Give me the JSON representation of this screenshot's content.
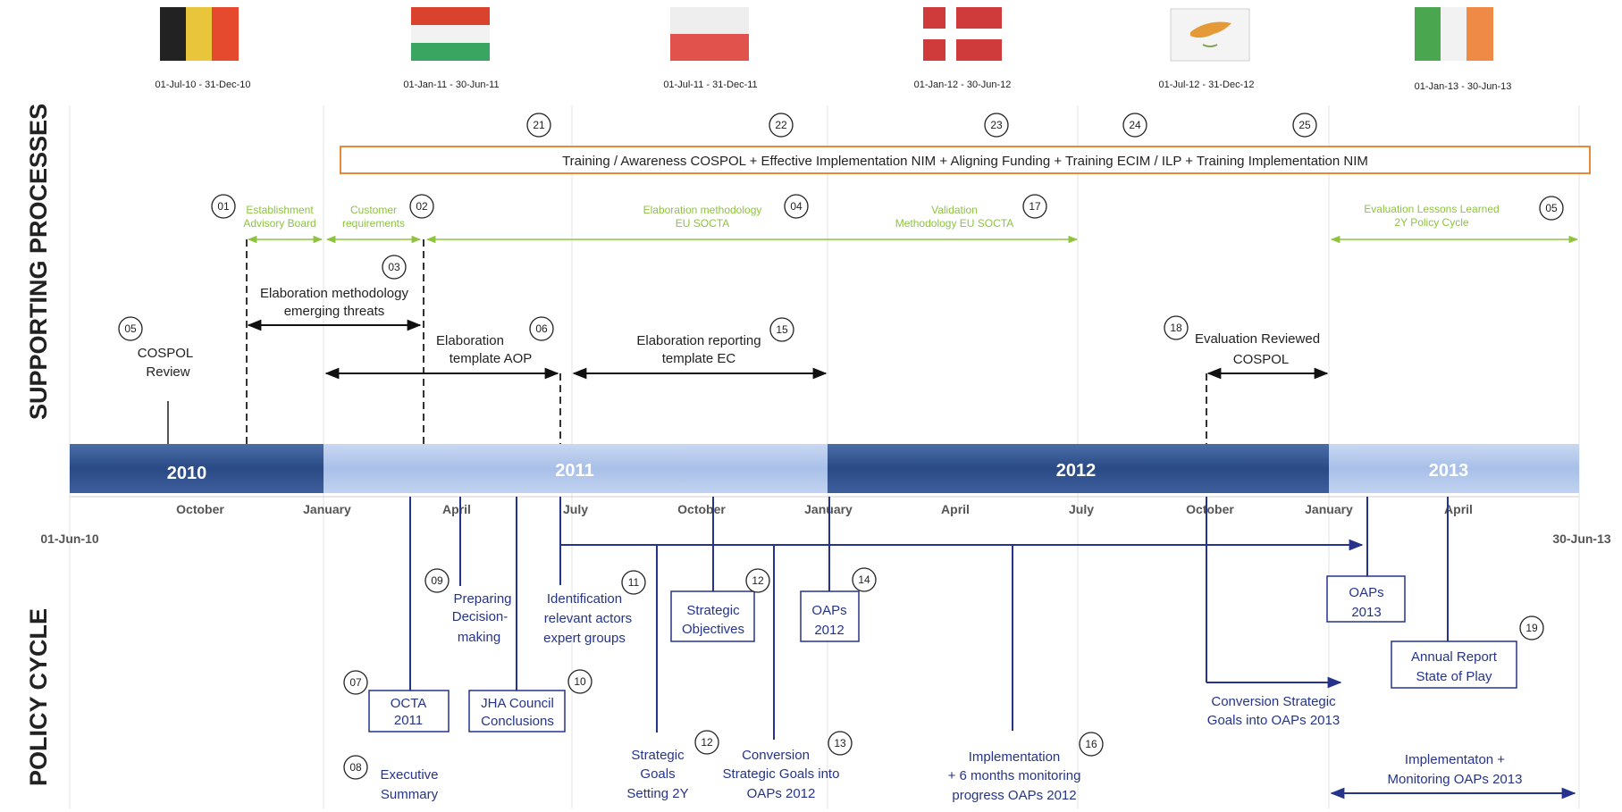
{
  "colors": {
    "blue": "#25348a",
    "green": "#8dc33f",
    "orange": "#e8883a",
    "dark_band": "#2f4f8a",
    "light_band": "#b5c8ea"
  },
  "side_labels": {
    "top": "SUPPORTING PROCESSES",
    "bottom": "POLICY CYCLE"
  },
  "presidencies": [
    {
      "flag": "belgium-flag",
      "dates": "01-Jul-10 - 31-Dec-10"
    },
    {
      "flag": "hungary-flag",
      "dates": "01-Jan-11 - 30-Jun-11"
    },
    {
      "flag": "poland-flag",
      "dates": "01-Jul-11 - 31-Dec-11"
    },
    {
      "flag": "denmark-flag",
      "dates": "01-Jan-12 - 30-Jun-12"
    },
    {
      "flag": "cyprus-flag",
      "dates": "01-Jul-12 - 31-Dec-12"
    },
    {
      "flag": "ireland-flag",
      "dates": "01-Jan-13 - 30-Jun-13"
    }
  ],
  "years": [
    "2010",
    "2011",
    "2012",
    "2013"
  ],
  "months": [
    "October",
    "January",
    "April",
    "July",
    "October",
    "January",
    "April",
    "July",
    "October",
    "January",
    "April"
  ],
  "range": {
    "start": "01-Jun-10",
    "end": "30-Jun-13"
  },
  "training_banner": {
    "text": "Training / Awareness COSPOL  +  Effective Implementation NIM  +  Aligning Funding + Training ECIM / ILP  +  Training Implementation NIM",
    "numbers": [
      "21",
      "22",
      "23",
      "24",
      "25"
    ]
  },
  "supporting": {
    "advisory": {
      "num": "01",
      "line1": "Establishment",
      "line2": "Advisory Board"
    },
    "customer": {
      "num": "02",
      "line1": "Customer",
      "line2": "requirements"
    },
    "socta": {
      "num": "04",
      "line1": "Elaboration methodology",
      "line2": "EU  SOCTA"
    },
    "validation": {
      "num": "17",
      "line1": "Validation",
      "line2": "Methodology EU SOCTA"
    },
    "evaluation_lessons": {
      "num": "05",
      "line1": "Evaluation Lessons Learned",
      "line2": "2Y Policy Cycle"
    },
    "emerging": {
      "num": "03",
      "line1": "Elaboration methodology",
      "line2": "emerging threats"
    },
    "cospol_review": {
      "num": "05",
      "line1": "COSPOL",
      "line2": "Review"
    },
    "template_aop": {
      "num": "06",
      "line1": "Elaboration",
      "line2": "template AOP"
    },
    "template_ec": {
      "num": "15",
      "line1": "Elaboration reporting",
      "line2": "template EC"
    },
    "evaluation_cospol": {
      "num": "18",
      "line1": "Evaluation Reviewed",
      "line2": "COSPOL"
    }
  },
  "policy": {
    "octa": {
      "num": "07",
      "line1": "OCTA",
      "line2": "2011"
    },
    "executive": {
      "num": "08",
      "line1": "Executive",
      "line2": "Summary"
    },
    "preparing": {
      "num": "09",
      "line1": "Preparing",
      "line2": "Decision-",
      "line3": "making"
    },
    "jha": {
      "num": "10",
      "line1": "JHA Council",
      "line2": "Conclusions"
    },
    "identification": {
      "num": "11",
      "line1": "Identification",
      "line2": "relevant actors",
      "line3": "expert groups"
    },
    "strategic_obj": {
      "num": "12",
      "line1": "Strategic",
      "line2": "Objectives"
    },
    "strategic_goals": {
      "num": "12",
      "line1": "Strategic",
      "line2": "Goals",
      "line3": "Setting 2Y"
    },
    "conversion_2012": {
      "num": "13",
      "line1": "Conversion",
      "line2": "Strategic Goals into",
      "line3": "OAPs 2012"
    },
    "oaps_2012": {
      "num": "14",
      "line1": "OAPs",
      "line2": "2012"
    },
    "implementation_2012": {
      "num": "16",
      "line1": "Implementation",
      "line2": "+ 6 months monitoring",
      "line3": "progress OAPs 2012"
    },
    "oaps_2013": {
      "line1": "OAPs",
      "line2": "2013"
    },
    "conversion_2013": {
      "line1": "Conversion Strategic",
      "line2": "Goals into OAPs 2013"
    },
    "annual_report": {
      "num": "19",
      "line1": "Annual Report",
      "line2": "State of Play"
    },
    "implementation_2013": {
      "line1": "Implementaton +",
      "line2": "Monitoring OAPs 2013"
    }
  }
}
